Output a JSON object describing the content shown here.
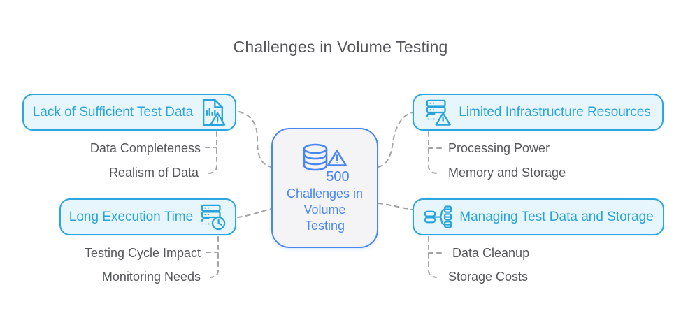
{
  "title": "Challenges in Volume Testing",
  "colors": {
    "branch_border": "#2ca6de",
    "branch_fill": "#e7f6fc",
    "branch_text": "#29a3da",
    "center_border": "#4a86f2",
    "center_fill": "#f4f4f6",
    "center_text": "#4a86f2",
    "body_text": "#54565a",
    "connector": "#a3a3a3"
  },
  "center": {
    "label": "Challenges in Volume Testing",
    "badge": "500",
    "icon": "database-warning-icon"
  },
  "branches": [
    {
      "label": "Lack of Sufficient Test Data",
      "icon": "document-chart-warning-icon",
      "side": "left",
      "children": [
        "Data Completeness",
        "Realism of Data"
      ]
    },
    {
      "label": "Limited Infrastructure Resources",
      "icon": "server-warning-icon",
      "side": "right",
      "children": [
        "Processing Power",
        "Memory and Storage"
      ]
    },
    {
      "label": "Long Execution Time",
      "icon": "server-clock-icon",
      "side": "left",
      "children": [
        "Testing Cycle Impact",
        "Monitoring Needs"
      ]
    },
    {
      "label": "Managing Test Data and Storage",
      "icon": "database-branch-icon",
      "side": "right",
      "children": [
        "Data Cleanup",
        "Storage Costs"
      ]
    }
  ]
}
